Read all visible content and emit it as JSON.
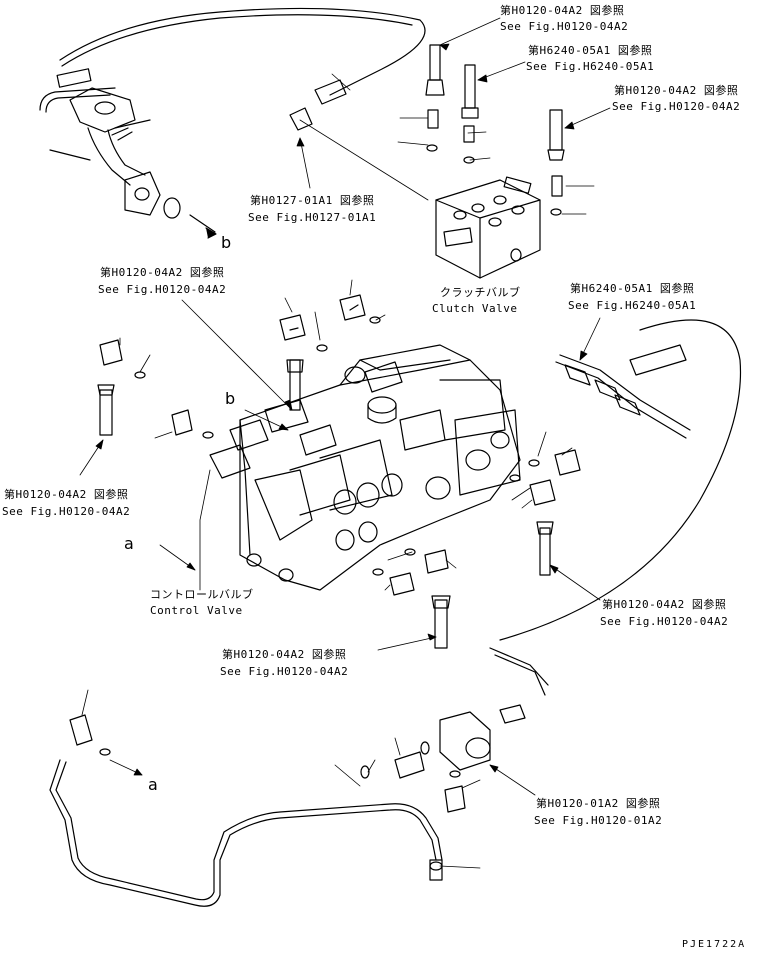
{
  "callouts": [
    {
      "id": "h0120-04a2-top",
      "jp": "第H0120-04A2 図参照",
      "en": "See Fig.H0120-04A2"
    },
    {
      "id": "h6240-05a1-top",
      "jp": "第H6240-05A1 図参照",
      "en": "See Fig.H6240-05A1"
    },
    {
      "id": "h0120-04a2-right-top",
      "jp": "第H0120-04A2 図参照",
      "en": "See Fig.H0120-04A2"
    },
    {
      "id": "h0127-01a1",
      "jp": "第H0127-01A1 図参照",
      "en": "See Fig.H0127-01A1"
    },
    {
      "id": "h0120-04a2-mid",
      "jp": "第H0120-04A2 図参照",
      "en": "See Fig.H0120-04A2"
    },
    {
      "id": "h6240-05a1-right",
      "jp": "第H6240-05A1 図参照",
      "en": "See Fig.H6240-05A1"
    },
    {
      "id": "h0120-04a2-left",
      "jp": "第H0120-04A2 図参照",
      "en": "See Fig.H0120-04A2"
    },
    {
      "id": "h0120-04a2-right-bottom",
      "jp": "第H0120-04A2 図参照",
      "en": "See Fig.H0120-04A2"
    },
    {
      "id": "h0120-04a2-bottom",
      "jp": "第H0120-04A2 図参照",
      "en": "See Fig.H0120-04A2"
    },
    {
      "id": "h0120-01a2",
      "jp": "第H0120-01A2 図参照",
      "en": "See Fig.H0120-01A2"
    }
  ],
  "components": {
    "clutch_valve": {
      "jp": "クラッチバルブ",
      "en": "Clutch Valve"
    },
    "control_valve": {
      "jp": "コントロールバルブ",
      "en": "Control Valve"
    }
  },
  "markers": {
    "b_top": "b",
    "b_mid": "b",
    "a_mid": "a",
    "a_bottom": "a"
  },
  "drawing_code": "PJE1722A"
}
